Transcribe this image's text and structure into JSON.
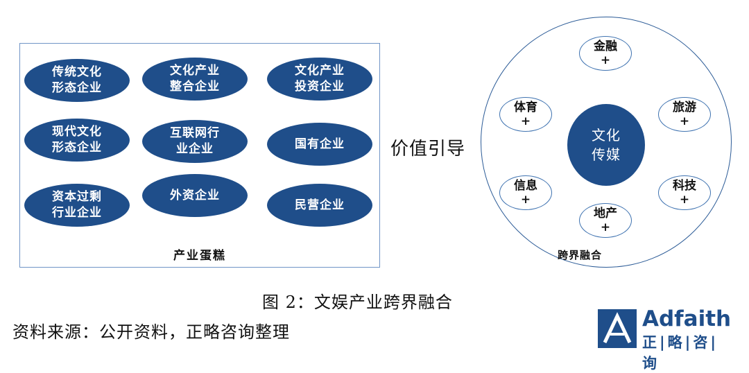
{
  "industry_cake": {
    "title": "产业蛋糕",
    "items": [
      "传统文化\n形态企业",
      "文化产业\n整合企业",
      "文化产业\n投资企业",
      "现代文化\n形态企业",
      "互联网行\n业企业",
      "国有企业",
      "资本过剩\n行业企业",
      "外资企业",
      "民营企业"
    ]
  },
  "value_guide": "价值引导",
  "crossover": {
    "title": "跨界融合",
    "core": "文化\n传媒",
    "plus_sign": "+",
    "nodes": [
      "金融",
      "旅游",
      "科技",
      "地产",
      "信息",
      "体育"
    ]
  },
  "figure_caption": "图 2：文娱产业跨界融合",
  "source_note": "资料来源：公开资料，正略咨询整理",
  "logo": {
    "name": "Adfaith",
    "chinese": "正|略|咨|询"
  },
  "colors": {
    "primary_navy": "#1f4e8a",
    "box_border": "#6f94c6",
    "ring_border": "#2a5a96"
  }
}
